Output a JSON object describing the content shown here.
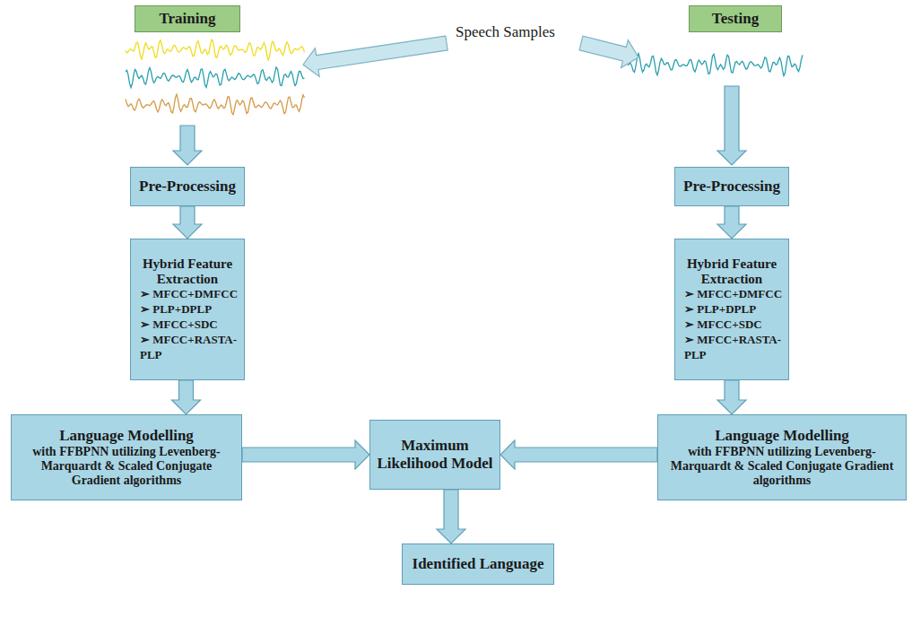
{
  "diagram": {
    "nodes": [
      {
        "text": [
          "Training"
        ]
      },
      {
        "text": [
          "Testing"
        ]
      },
      {
        "text": [
          "Pre-Processing"
        ]
      },
      {
        "text": [
          "Hybrid Feature Extraction",
          "➢ MFCC+DMFCC",
          "➢ PLP+DPLP",
          "➢ MFCC+SDC",
          "➢ MFCC+RASTA-PLP"
        ]
      },
      {
        "text": [
          "Language Modelling",
          "with FFBPNN utilizing Levenberg-Marquardt & Scaled Conjugate Gradient algorithms"
        ]
      },
      {
        "text": [
          "Pre-Processing"
        ]
      },
      {
        "text": [
          "Hybrid Feature Extraction",
          "➢ MFCC+DMFCC",
          "➢ PLP+DPLP",
          "➢ MFCC+SDC",
          "➢ MFCC+RASTA-PLP"
        ]
      },
      {
        "text": [
          "Language Modelling",
          "with FFBPNN utilizing Levenberg-Marquardt & Scaled Conjugate Gradient algorithms"
        ]
      },
      {
        "text": [
          "Maximum Likelihood Model"
        ]
      },
      {
        "text": [
          "Identified Language"
        ]
      }
    ],
    "edges": [
      {
        "from": 2,
        "to": 3,
        "arrow": "to"
      },
      {
        "from": 3,
        "to": 4,
        "arrow": "to"
      },
      {
        "from": 4,
        "to": 8,
        "arrow": "to"
      },
      {
        "from": 5,
        "to": 6,
        "arrow": "to"
      },
      {
        "from": 6,
        "to": 7,
        "arrow": "to"
      },
      {
        "from": 7,
        "to": 8,
        "arrow": "to"
      },
      {
        "from": 8,
        "to": 9,
        "arrow": "to"
      }
    ],
    "labels": [
      "Speech Samples"
    ]
  }
}
